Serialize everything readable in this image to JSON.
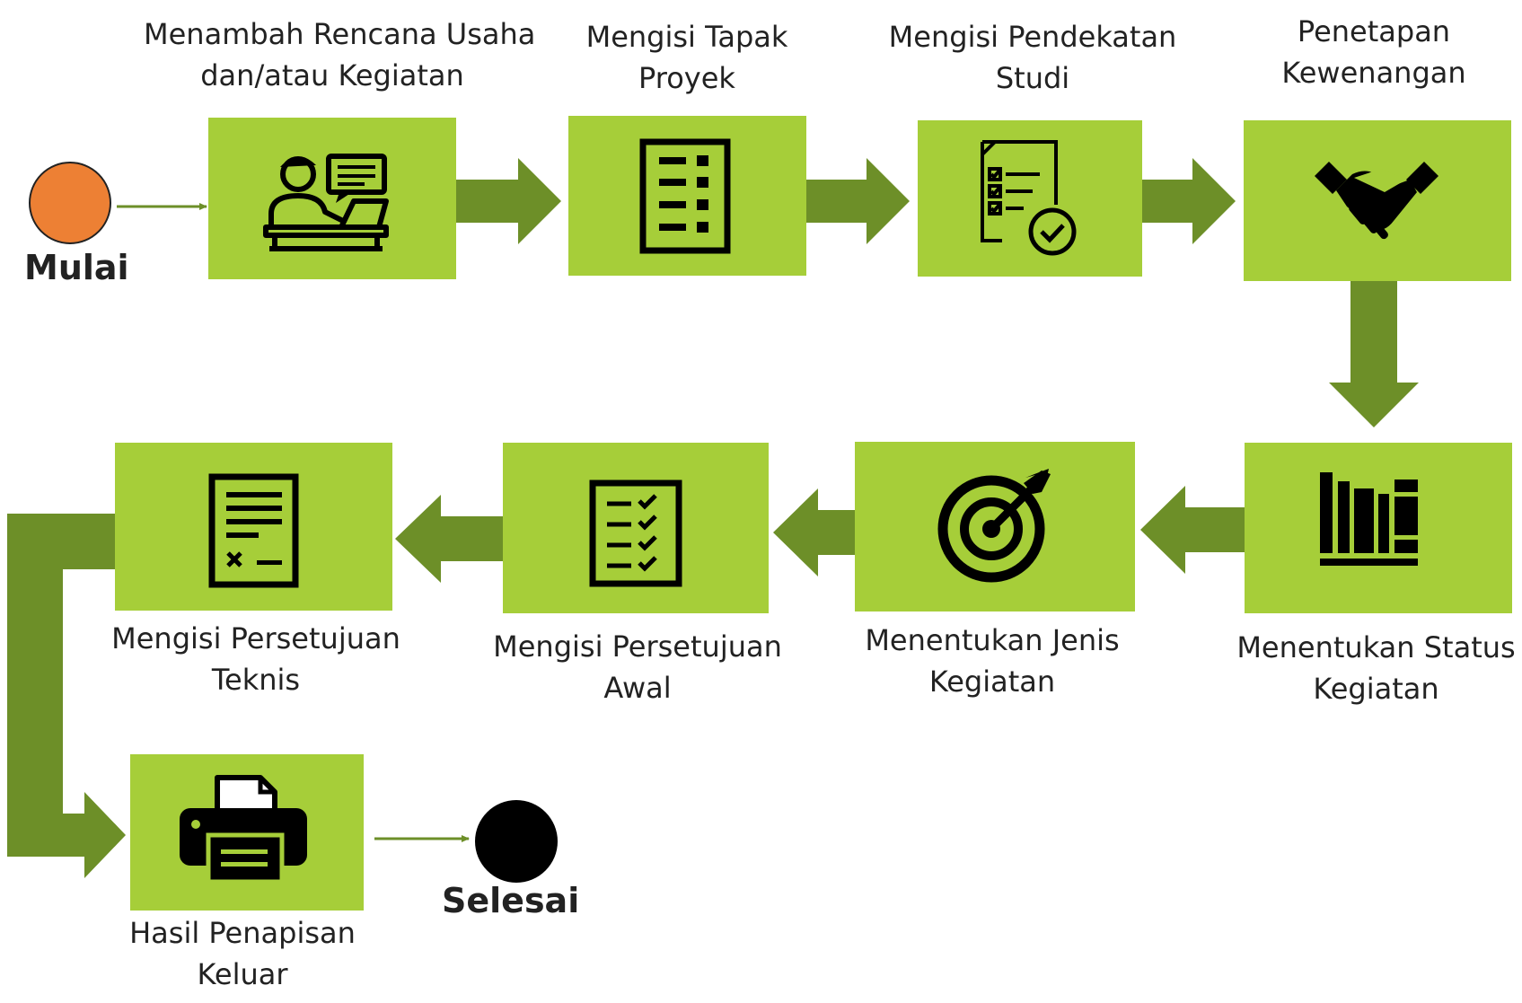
{
  "start": {
    "label": "Mulai",
    "color": "#ED8034"
  },
  "end": {
    "label": "Selesai",
    "color": "#000000"
  },
  "box_color": "#A6CE39",
  "arrow_color": "#6D8F28",
  "steps": [
    {
      "line1": "Menambah Rencana Usaha",
      "line2": "dan/atau Kegiatan",
      "icon": "person-at-desk-with-chat-icon"
    },
    {
      "line1": "Mengisi Tapak",
      "line2": "Proyek",
      "icon": "list-document-icon"
    },
    {
      "line1": "Mengisi Pendekatan",
      "line2": "Studi",
      "icon": "checklist-approved-icon"
    },
    {
      "line1": "Penetapan",
      "line2": "Kewenangan",
      "icon": "handshake-icon"
    },
    {
      "line1": "Menentukan Status",
      "line2": "Kegiatan",
      "icon": "books-on-shelf-icon"
    },
    {
      "line1": "Menentukan Jenis",
      "line2": "Kegiatan",
      "icon": "target-arrow-icon"
    },
    {
      "line1": "Mengisi Persetujuan",
      "line2": "Awal",
      "icon": "checklist-icon"
    },
    {
      "line1": "Mengisi Persetujuan",
      "line2": "Teknis",
      "icon": "signed-document-icon"
    },
    {
      "line1": "Hasil Penapisan",
      "line2": "Keluar",
      "icon": "printer-icon"
    }
  ]
}
